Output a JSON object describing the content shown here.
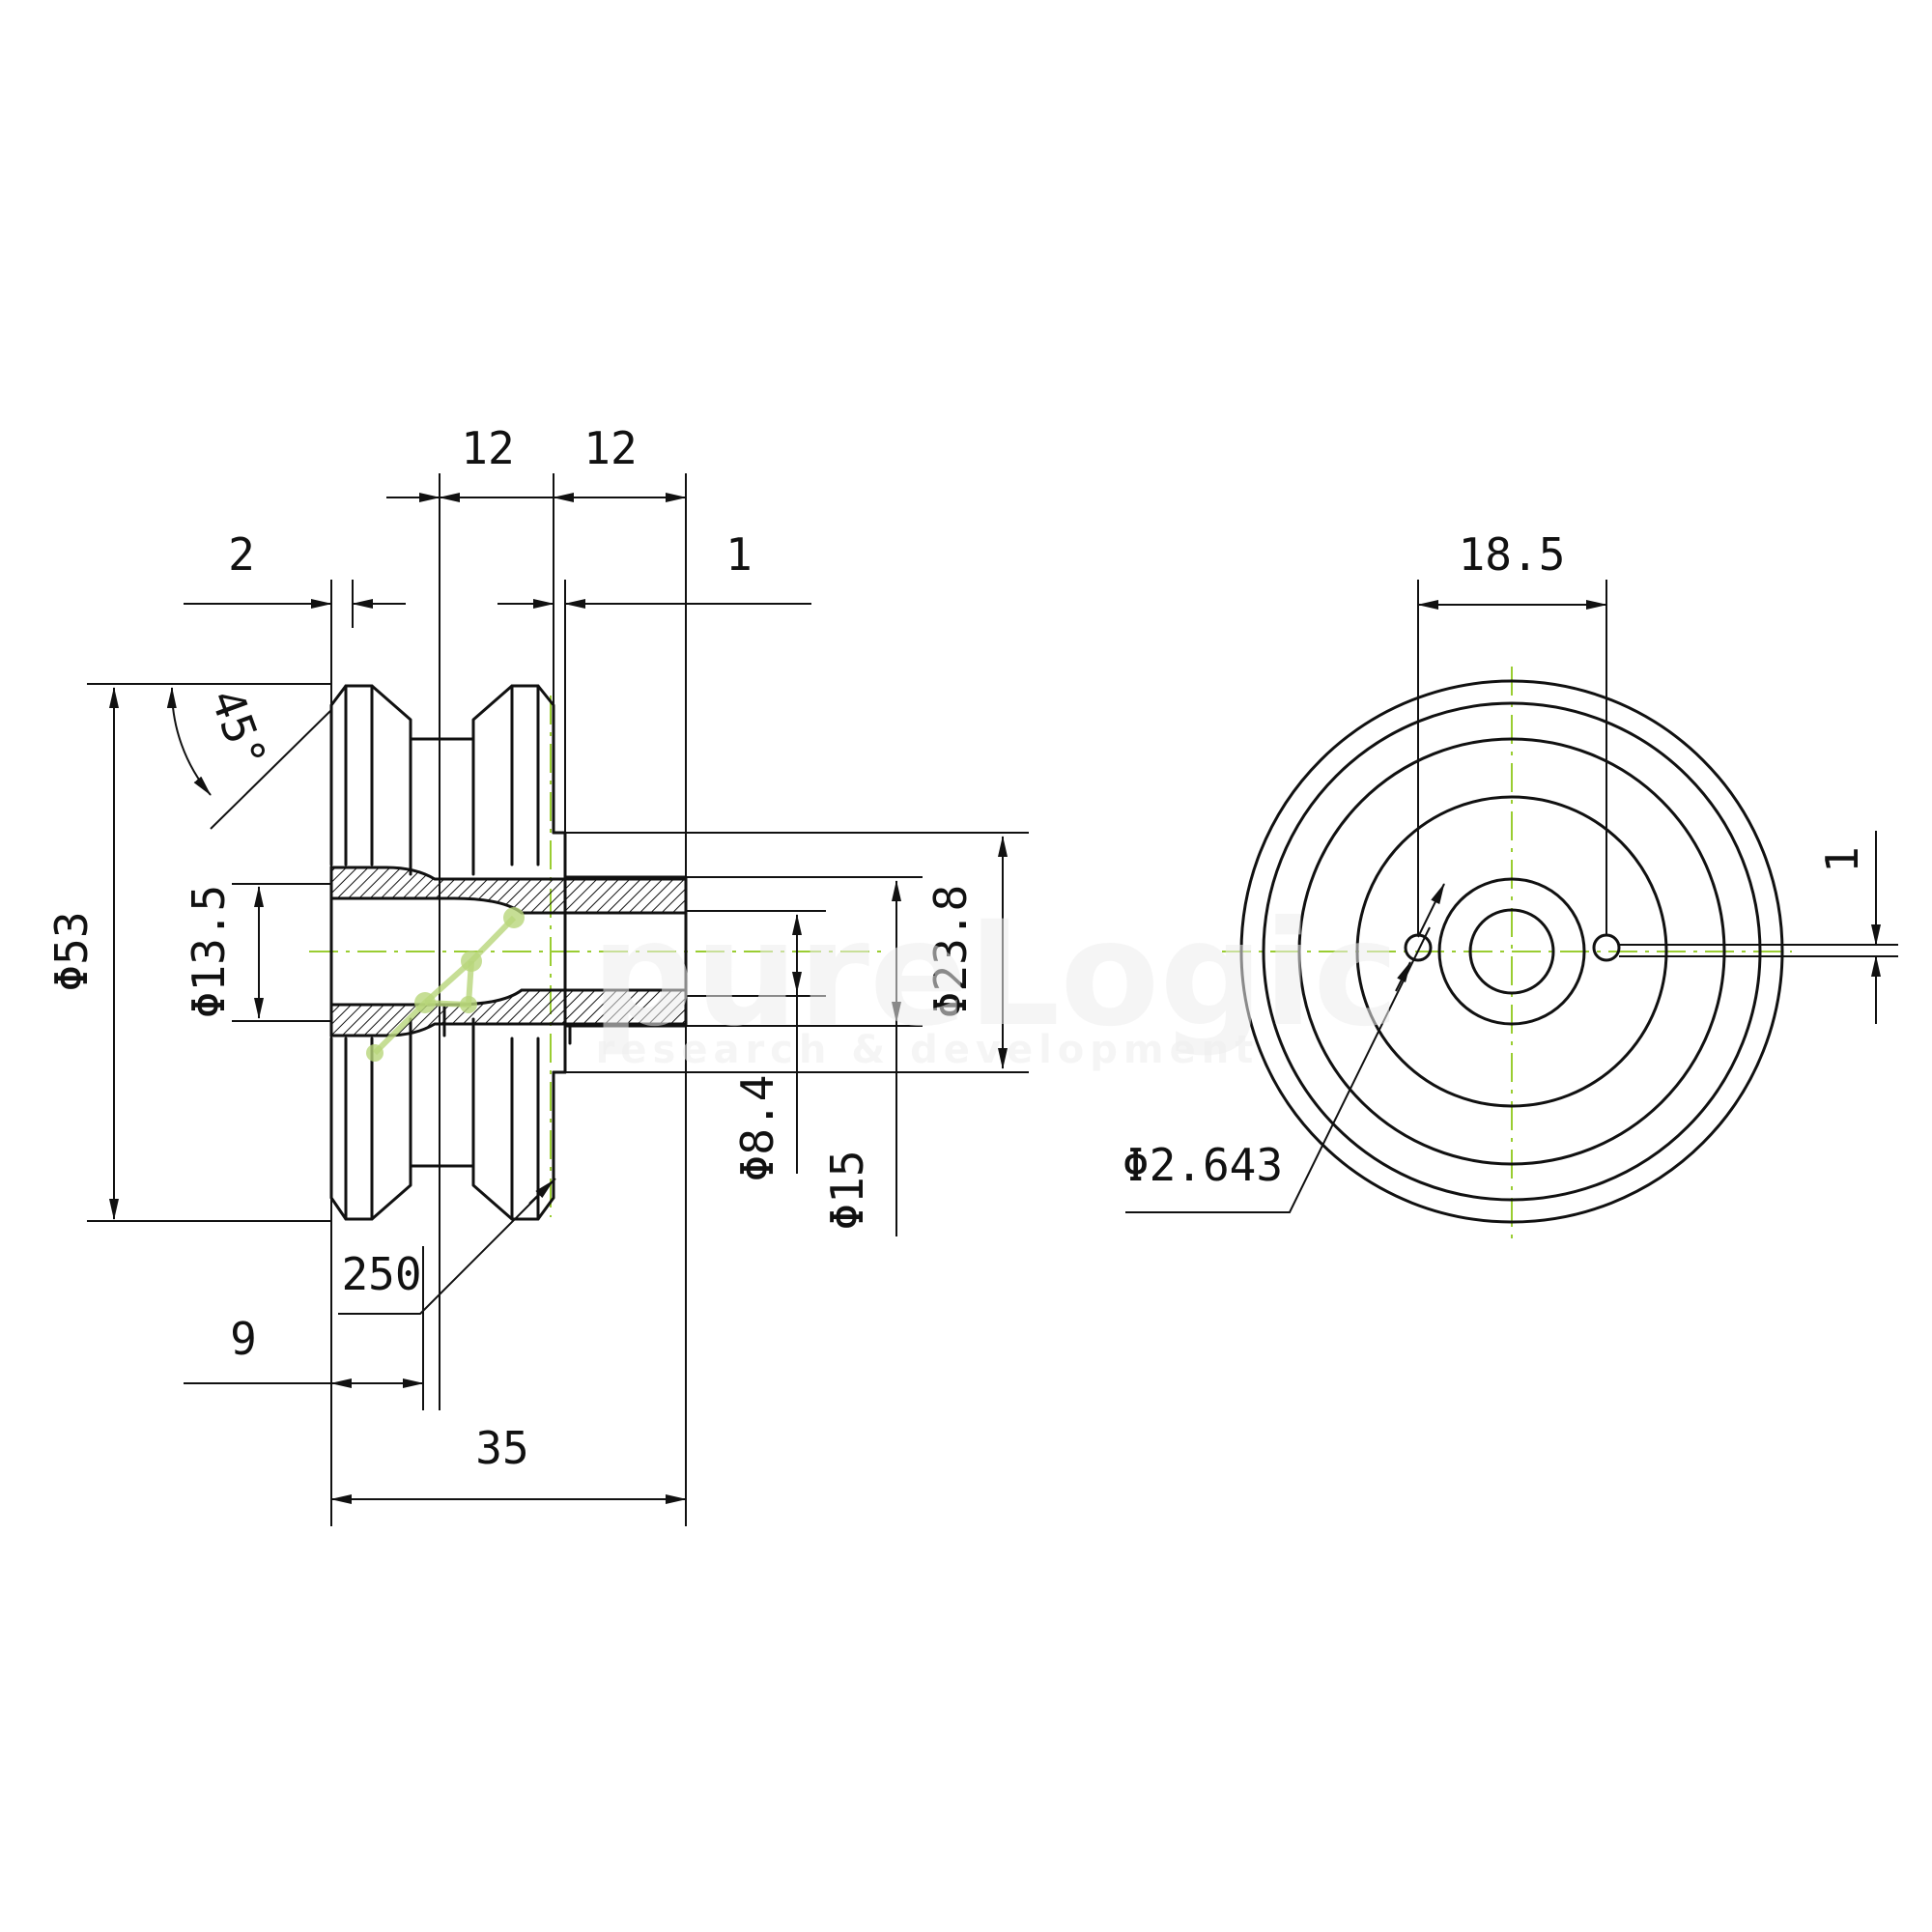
{
  "dimensions": {
    "d53": "Φ53",
    "d13_5": "Φ13.5",
    "d23_8": "Φ23.8",
    "d8_4": "Φ8.4",
    "d15": "Φ15",
    "d2_643": "Φ2.643",
    "len12a": "12",
    "len12b": "12",
    "len2": "2",
    "len1": "1",
    "len9": "9",
    "len35": "35",
    "r250": "250",
    "angle45": "45°",
    "len18_5": "18.5",
    "len1_right": "1"
  },
  "watermark": {
    "brand": "pureLogic",
    "tagline": "research & development"
  },
  "colors": {
    "line": "#111111",
    "centerline": "#9acd32",
    "watermark": "#eeeeee"
  }
}
